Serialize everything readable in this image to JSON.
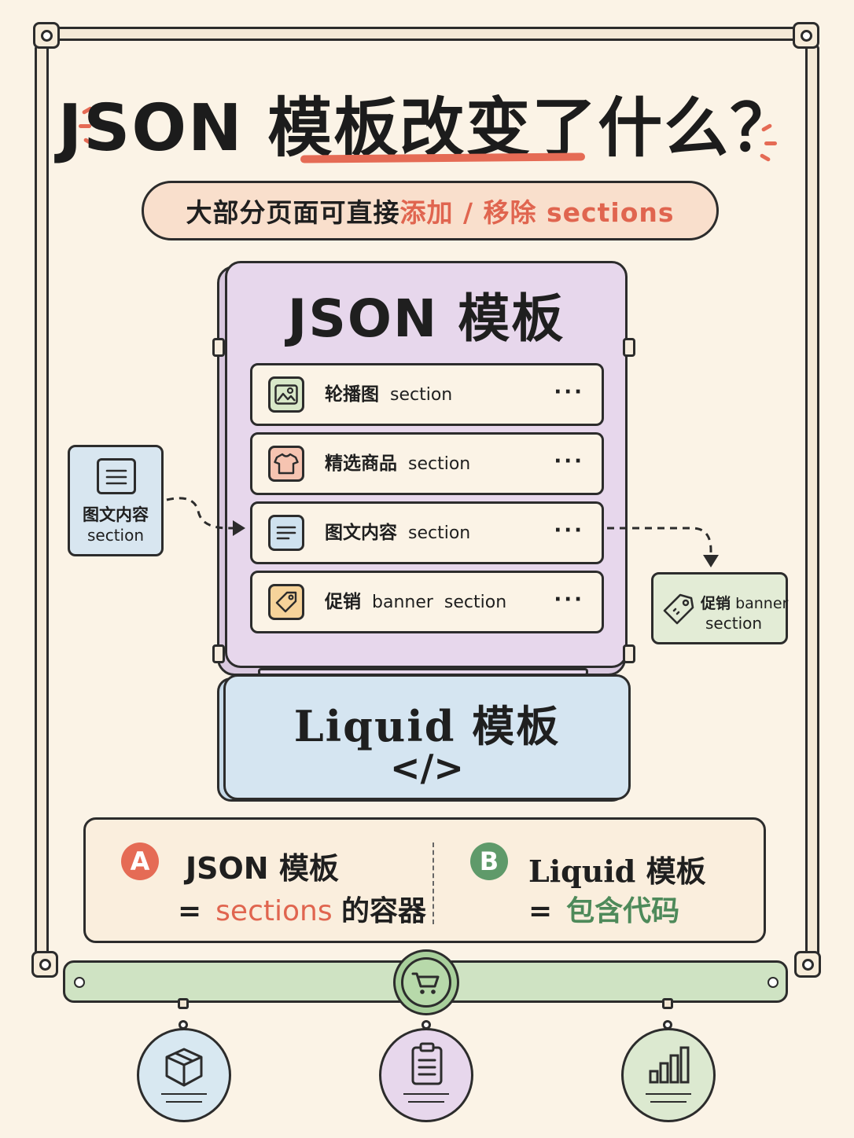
{
  "title": {
    "main": "JSON 模板改变了什么？"
  },
  "subtitle": {
    "plain": "大部分页面可直接",
    "accent": "添加 / 移除 sections"
  },
  "json_template": {
    "title": "JSON 模板",
    "rows": [
      {
        "cn": "轮播图",
        "en": "section",
        "icon": "image-icon",
        "icon_bg": "#d8e8c8",
        "more": "···"
      },
      {
        "cn": "精选商品",
        "en": "section",
        "icon": "tshirt-icon",
        "icon_bg": "#f6c4b1",
        "more": "···"
      },
      {
        "cn": "图文内容",
        "en": "section",
        "icon": "text-block-icon",
        "icon_bg": "#cfe2ef",
        "more": "···"
      },
      {
        "cn": "促销",
        "en": "banner  section",
        "icon": "tag-icon",
        "icon_bg": "#f6d39a",
        "more": "···"
      }
    ]
  },
  "add_card": {
    "cn": "图文内容",
    "en": "section",
    "icon": "text-block-icon"
  },
  "remove_card": {
    "cn": "促销",
    "en1": "banner",
    "en2": "section",
    "icon": "tag-icon"
  },
  "liquid_template": {
    "title": "Liquid 模板",
    "code_symbol": "</>"
  },
  "legend": {
    "a": {
      "badge": "A",
      "head": "JSON 模板",
      "eq": "=",
      "accent": "sections",
      "rest": "的容器",
      "badge_color": "#e56b55",
      "accent_color": "#e0654f"
    },
    "b": {
      "badge": "B",
      "head": "Liquid 模板",
      "eq": "=",
      "accent": "包含代码",
      "badge_color": "#5f9a6a",
      "accent_color": "#4e8a5a"
    }
  },
  "bottom": {
    "center_icon": "cart-icon",
    "pendants": [
      {
        "icon": "box-icon",
        "color": "#d8e8f1"
      },
      {
        "icon": "clipboard-icon",
        "color": "#e7d7ec"
      },
      {
        "icon": "bar-chart-icon",
        "color": "#dce9d0"
      }
    ]
  },
  "colors": {
    "background": "#fbf3e6",
    "accent_red": "#e56b55",
    "json_panel": "#e7d7ec",
    "liquid_panel": "#d5e5f1",
    "rail_green": "#cfe3c3"
  }
}
